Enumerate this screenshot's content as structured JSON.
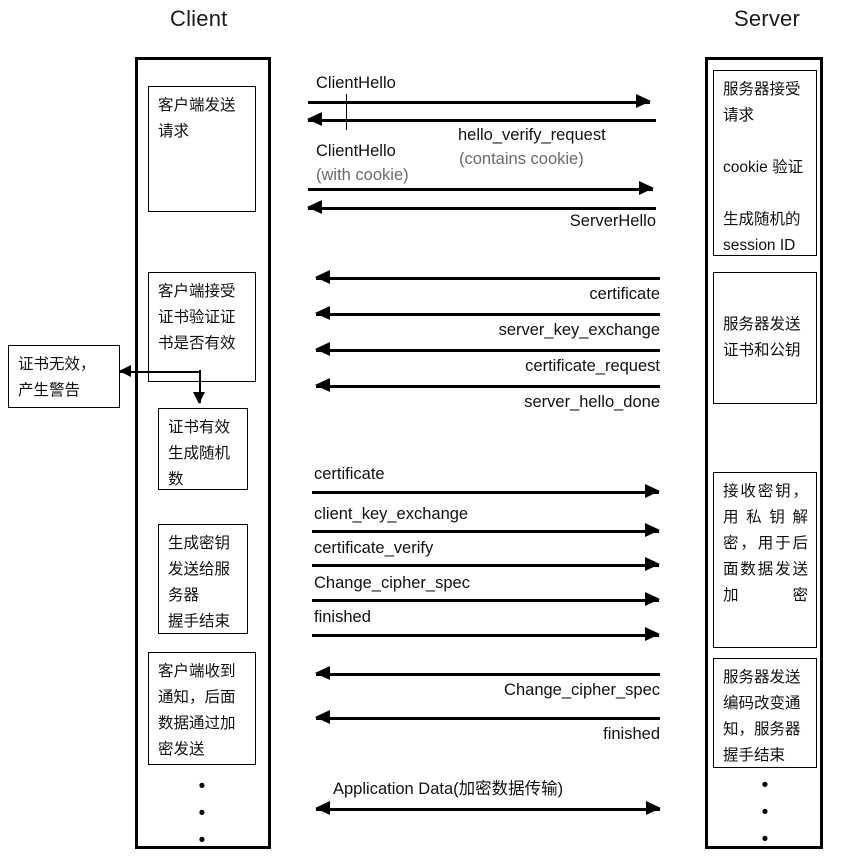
{
  "diagram": {
    "title_client": "Client",
    "title_server": "Server",
    "ellipsis": "•\n•\n•"
  },
  "client_notes": [
    {
      "id": "client-send-request",
      "text": "客户端发送\n请求"
    },
    {
      "id": "client-verify-cert",
      "text": "客户端接受\n证书验证证\n书是否有效"
    },
    {
      "id": "cert-valid-random",
      "text": "证书有效\n生成随机\n数"
    },
    {
      "id": "client-gen-key",
      "text": "生成密钥\n发送给服\n务器\n握手结束"
    },
    {
      "id": "client-received-note",
      "text": "客户端收到\n通知，后面\n数据通过加\n密发送"
    }
  ],
  "alert_note": {
    "id": "cert-invalid-alert",
    "text": "证书无效，\n产生警告"
  },
  "server_notes": [
    {
      "id": "server-accept-request",
      "text": "服务器接受\n请求\n\ncookie 验证\n\n生成随机的\nsession ID"
    },
    {
      "id": "server-send-cert",
      "text": "服务器发送\n证书和公钥"
    },
    {
      "id": "server-decrypt-key",
      "text": "接收密钥，\n用 私 钥 解\n密，用于后\n面数据发送\n加密"
    },
    {
      "id": "server-change-cipher",
      "text": "服务器发送\n编码改变通\n知，服务器\n握手结束"
    }
  ],
  "messages": [
    {
      "id": "clienthello-1",
      "label": "ClientHello",
      "sub": "",
      "dir": "right",
      "label_pos": "above-left"
    },
    {
      "id": "hello-verify-request",
      "label": "hello_verify_request",
      "sub": "(contains cookie)",
      "dir": "left",
      "label_pos": "below-center"
    },
    {
      "id": "clienthello-2",
      "label": "ClientHello",
      "sub": "(with cookie)",
      "dir": "right",
      "label_pos": "above-left"
    },
    {
      "id": "serverhello",
      "label": "ServerHello",
      "sub": "",
      "dir": "left",
      "label_pos": "below-right"
    },
    {
      "id": "certificate-srv",
      "label": "certificate",
      "sub": "",
      "dir": "left",
      "label_pos": "below-right"
    },
    {
      "id": "server-key-exchange",
      "label": "server_key_exchange",
      "sub": "",
      "dir": "left",
      "label_pos": "below-right"
    },
    {
      "id": "certificate-request",
      "label": "certificate_request",
      "sub": "",
      "dir": "left",
      "label_pos": "below-right"
    },
    {
      "id": "server-hello-done",
      "label": "server_hello_done",
      "sub": "",
      "dir": "left",
      "label_pos": "below-right"
    },
    {
      "id": "certificate-cli",
      "label": "certificate",
      "sub": "",
      "dir": "right",
      "label_pos": "above-left"
    },
    {
      "id": "client-key-exchange",
      "label": "client_key_exchange",
      "sub": "",
      "dir": "right",
      "label_pos": "above-left"
    },
    {
      "id": "certificate-verify",
      "label": "certificate_verify",
      "sub": "",
      "dir": "right",
      "label_pos": "above-left"
    },
    {
      "id": "change-cipher-spec-c",
      "label": "Change_cipher_spec",
      "sub": "",
      "dir": "right",
      "label_pos": "above-left"
    },
    {
      "id": "finished-c",
      "label": "finished",
      "sub": "",
      "dir": "right",
      "label_pos": "above-left"
    },
    {
      "id": "change-cipher-spec-s",
      "label": "Change_cipher_spec",
      "sub": "",
      "dir": "left",
      "label_pos": "below-right"
    },
    {
      "id": "finished-s",
      "label": "finished",
      "sub": "",
      "dir": "left",
      "label_pos": "below-right"
    },
    {
      "id": "application-data",
      "label": "Application Data(加密数据传输)",
      "sub": "",
      "dir": "both",
      "label_pos": "above-center"
    }
  ],
  "colors": {
    "line": "#000000",
    "text": "#111111",
    "muted": "#6b6b6b",
    "background": "#ffffff"
  }
}
